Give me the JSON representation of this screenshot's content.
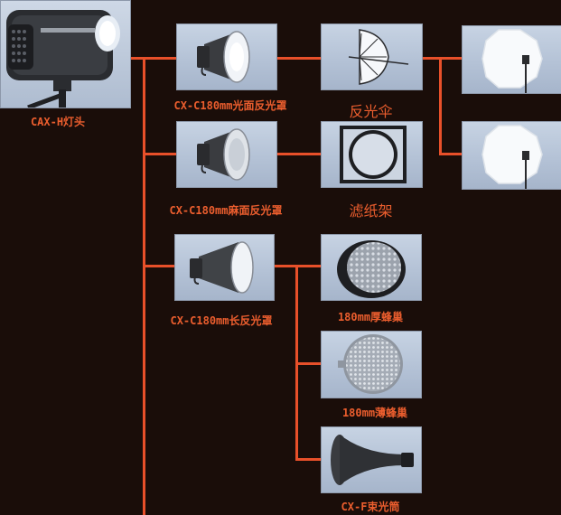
{
  "nodes": {
    "head": {
      "label": "CAX-H灯头"
    },
    "reflector_gloss": {
      "label": "CX-C180mm光面反光罩"
    },
    "reflector_matte": {
      "label": "CX-C180mm麻面反光罩"
    },
    "reflector_long": {
      "label": "CX-C180mm长反光罩"
    },
    "umbrella": {
      "label": "反光伞"
    },
    "filter_holder": {
      "label": "滤纸架"
    },
    "honeycomb_thick": {
      "label": "180mm厚蜂巢"
    },
    "honeycomb_thin": {
      "label": "180mm薄蜂巢"
    },
    "snoot": {
      "label": "CX-F束光筒"
    }
  },
  "icons": {
    "head": "flash-head-icon",
    "reflector_gloss": "glossy-reflector-icon",
    "reflector_matte": "matte-reflector-icon",
    "reflector_long": "long-reflector-icon",
    "umbrella": "reflective-umbrella-icon",
    "softbox_1": "octagonal-softbox-icon",
    "softbox_2": "octagonal-softbox-icon",
    "filter_holder": "filter-holder-icon",
    "honeycomb_thick": "honeycomb-grid-icon",
    "honeycomb_thin": "honeycomb-grid-icon",
    "snoot": "snoot-icon"
  },
  "colors": {
    "background": "#1a0d09",
    "connector": "#e8502a",
    "label": "#ec5e2e",
    "photo_backdrop": "#b9c6d8"
  }
}
